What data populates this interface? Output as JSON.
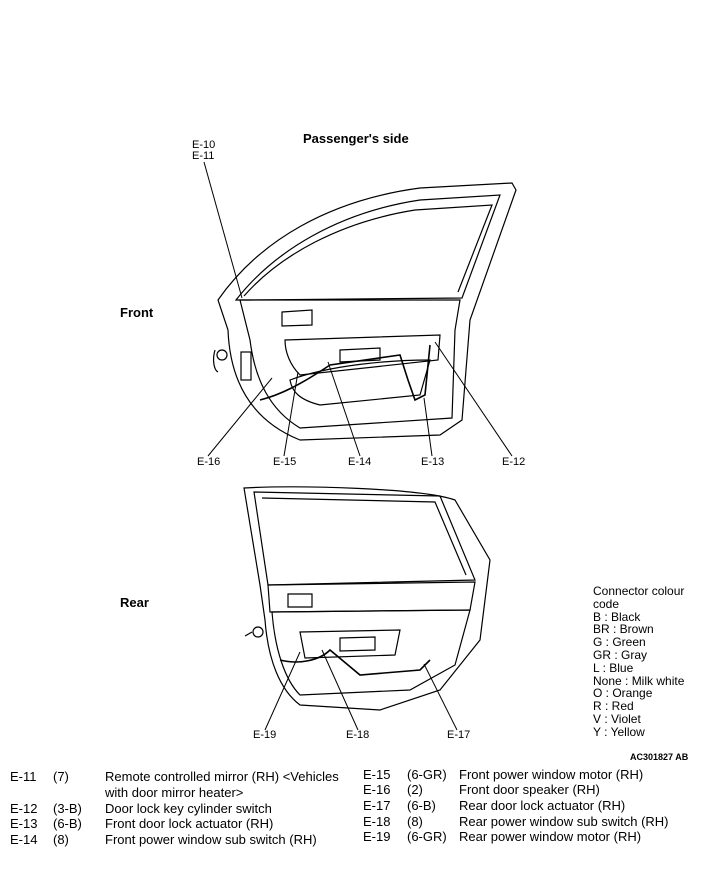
{
  "title": "Passenger's side",
  "sections": {
    "front": "Front",
    "rear": "Rear"
  },
  "callouts": {
    "e10": "E-10",
    "e11": "E-11",
    "e12": "E-12",
    "e13": "E-13",
    "e14": "E-14",
    "e15": "E-15",
    "e16": "E-16",
    "e17": "E-17",
    "e18": "E-18",
    "e19": "E-19"
  },
  "legend": {
    "title": "Connector colour code",
    "items": [
      "B : Black",
      "BR : Brown",
      "G : Green",
      "GR : Gray",
      "L : Blue",
      "None : Milk white",
      "O : Orange",
      "R : Red",
      "V : Violet",
      "Y : Yellow"
    ]
  },
  "figure_id": "AC301827 AB",
  "connectors_left": [
    {
      "id": "E-11",
      "pins": "(7)",
      "desc": "Remote controlled mirror (RH) <Vehicles",
      "desc2": "with door mirror heater>"
    },
    {
      "id": "E-12",
      "pins": "(3-B)",
      "desc": "Door lock key cylinder switch"
    },
    {
      "id": "E-13",
      "pins": "(6-B)",
      "desc": "Front door lock actuator (RH)"
    },
    {
      "id": "E-14",
      "pins": "(8)",
      "desc": "Front power window sub switch (RH)"
    }
  ],
  "connectors_right": [
    {
      "id": "E-15",
      "pins": "(6-GR)",
      "desc": "Front power window motor (RH)"
    },
    {
      "id": "E-16",
      "pins": "(2)",
      "desc": "Front door speaker (RH)"
    },
    {
      "id": "E-17",
      "pins": "(6-B)",
      "desc": "Rear door lock actuator (RH)"
    },
    {
      "id": "E-18",
      "pins": "(8)",
      "desc": "Rear power window sub switch (RH)"
    },
    {
      "id": "E-19",
      "pins": "(6-GR)",
      "desc": "Rear power window motor (RH)"
    }
  ]
}
